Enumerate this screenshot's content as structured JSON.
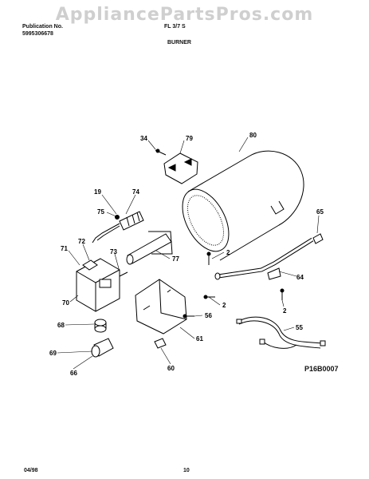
{
  "watermark": "AppliancePartsPros.com",
  "header": {
    "publication_label": "Publication No.",
    "publication_number": "5995306678",
    "model_code": "FL   3/7   S",
    "section_title": "BURNER"
  },
  "figure_code": "P16B0007",
  "footer": {
    "date": "04/98",
    "page": "10"
  },
  "callouts": {
    "c34": "34",
    "c79": "79",
    "c80": "80",
    "c19": "19",
    "c74": "74",
    "c75": "75",
    "c71": "71",
    "c72": "72",
    "c73": "73",
    "c77": "77",
    "c2a": "2",
    "c65": "65",
    "c64": "64",
    "c70": "70",
    "c2b": "2",
    "c2c": "2",
    "c56": "56",
    "c68": "68",
    "c61": "61",
    "c55": "55",
    "c69": "69",
    "c60": "60",
    "c66": "66"
  }
}
